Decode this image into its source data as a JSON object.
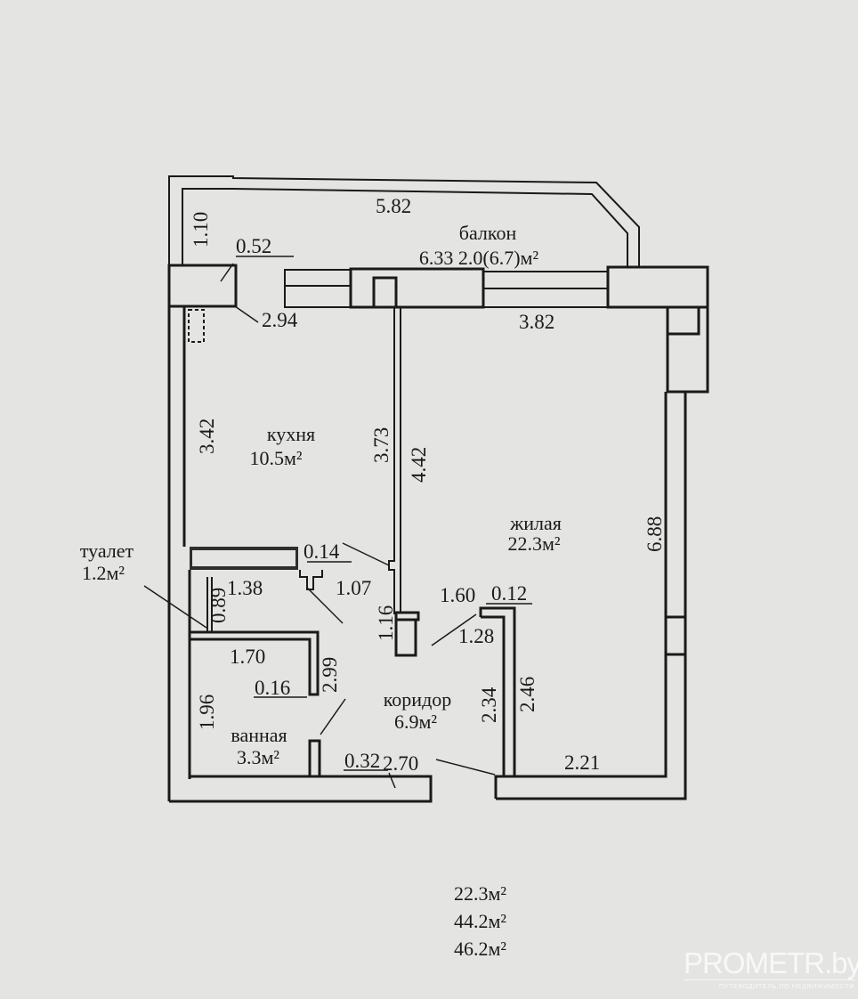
{
  "rooms": {
    "balcony": {
      "name": "балкон",
      "area": "6.33 2.0(6.7)м²"
    },
    "kitchen": {
      "name": "кухня",
      "area": "10.5м²"
    },
    "living": {
      "name": "жилая",
      "area": "22.3м²"
    },
    "toilet": {
      "name": "туалет",
      "area": "1.2м²"
    },
    "bathroom": {
      "name": "ванная",
      "area": "3.3м²"
    },
    "corridor": {
      "name": "коридор",
      "area": "6.9м²"
    }
  },
  "dimensions": {
    "d582": "5.82",
    "d110": "1.10",
    "d052": "0.52",
    "d294": "2.94",
    "d382": "3.82",
    "d342": "3.42",
    "d373": "3.73",
    "d442": "4.42",
    "d688": "6.88",
    "d014": "0.14",
    "d138": "1.38",
    "d089": "0.89",
    "d107": "1.07",
    "d116": "1.16",
    "d160": "1.60",
    "d012": "0.12",
    "d128": "1.28",
    "d170": "1.70",
    "d016": "0.16",
    "d299": "2.99",
    "d196": "1.96",
    "d234": "2.34",
    "d246": "2.46",
    "d032": "0.32",
    "d270": "2.70",
    "d221": "2.21"
  },
  "totals": {
    "living_area": "22.3м²",
    "total_area": "44.2м²",
    "total_with_balcony": "46.2м²"
  },
  "watermark": {
    "brand": "PROMETR.by",
    "tagline": "ПУТЕВОДИТЕЛЬ ПО НЕДВИЖИМОСТИ"
  }
}
